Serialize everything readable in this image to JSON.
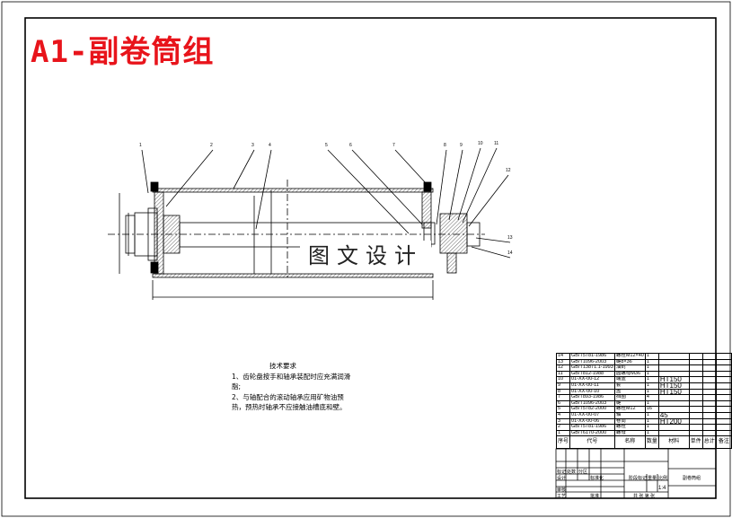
{
  "title": "A1-副卷筒组",
  "watermark": "图文设计",
  "tech_requirements": {
    "heading": "技术要求",
    "lines": [
      "1、齿轮盘按手和轴承装配时应充满润滑",
      "脂;",
      "2、与轴配合的滚动轴承应用矿物油预",
      "热，预热时轴承不应接触油槽底和壁。"
    ]
  },
  "balloons": [
    "1",
    "2",
    "3",
    "4",
    "5",
    "6",
    "7",
    "8",
    "9",
    "10",
    "11",
    "12",
    "13",
    "14"
  ],
  "parts": [
    {
      "no": "14",
      "code": "GB/T5781-1986",
      "name": "螺栓M12×40",
      "qty": "1",
      "material": ""
    },
    {
      "no": "13",
      "code": "GB/T1096-2003",
      "name": "键8×36",
      "qty": "1",
      "material": ""
    },
    {
      "no": "12",
      "code": "GB/T13871.1-1993",
      "name": "油封",
      "qty": "1",
      "material": ""
    },
    {
      "no": "11",
      "code": "GB/T812-1988",
      "name": "圆螺母M36",
      "qty": "1",
      "material": ""
    },
    {
      "no": "10",
      "code": "01-XX-00-12",
      "name": "端盖",
      "qty": "1",
      "material": "HT150"
    },
    {
      "no": "9",
      "code": "01-XX-00-11",
      "name": "套",
      "qty": "1",
      "material": "HT150"
    },
    {
      "no": "8",
      "code": "01-XX-00-10",
      "name": "盖",
      "qty": "1",
      "material": "HT150"
    },
    {
      "no": "7",
      "code": "GB/T893-1986",
      "name": "挡圈",
      "qty": "4",
      "material": ""
    },
    {
      "no": "6",
      "code": "GB/T1096-2003",
      "name": "键",
      "qty": "1",
      "material": ""
    },
    {
      "no": "5",
      "code": "GB/T5782-2000",
      "name": "螺栓M12",
      "qty": "16",
      "material": ""
    },
    {
      "no": "4",
      "code": "01-XX-00-07",
      "name": "轴",
      "qty": "1",
      "material": "45"
    },
    {
      "no": "3",
      "code": "01-XX-00-06",
      "name": "卷筒",
      "qty": "1",
      "material": "HT200"
    },
    {
      "no": "2",
      "code": "GB/T5781-1986",
      "name": "螺栓",
      "qty": "1",
      "material": ""
    },
    {
      "no": "1",
      "code": "GB/T6170-2000",
      "name": "螺母",
      "qty": "1",
      "material": ""
    }
  ],
  "table_header": {
    "no": "序号",
    "code": "代号",
    "name": "名称",
    "qty": "数量",
    "material": "材料",
    "weight_single": "单件",
    "weight_total": "总计",
    "weight": "重量",
    "remark": "备注"
  },
  "title_block": {
    "mark": "标记",
    "count": "处数",
    "file": "分区",
    "design": "设计",
    "standard": "标准化",
    "review": "审核",
    "process": "工艺",
    "approve": "批准",
    "stage": "阶段标记",
    "weight": "重量",
    "scale_label": "比例",
    "scale": "1:4",
    "sheet": "共 张 第 张",
    "drawing_name": "副卷筒组"
  },
  "colors": {
    "title": "#e8141b",
    "line": "#000000"
  }
}
